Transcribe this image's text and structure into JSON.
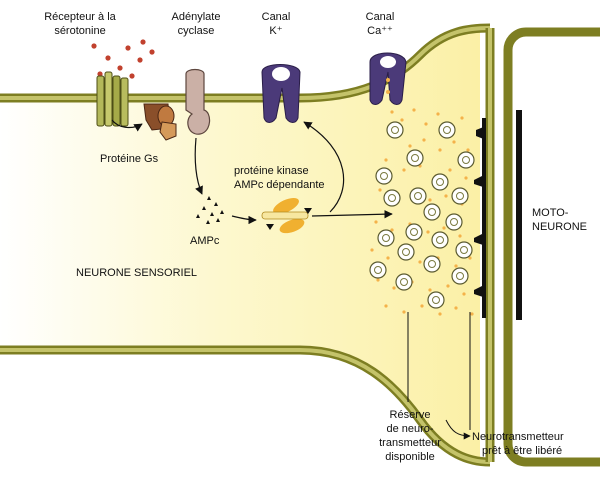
{
  "labels": {
    "serotonin_receptor": [
      "Récepteur à la",
      "sérotonine"
    ],
    "adenylate_cyclase": [
      "Adénylate",
      "cyclase"
    ],
    "k_channel": [
      "Canal",
      "K⁺"
    ],
    "ca_channel": [
      "Canal",
      "Ca⁺⁺"
    ],
    "g_protein": "Protéine Gs",
    "pka": [
      "protéine kinase",
      "AMPc dépendante"
    ],
    "camp": "AMPc",
    "sensory_neuron": "NEURONE SENSORIEL",
    "motor_neuron": [
      "MOTO-",
      "NEURONE"
    ],
    "reserve_pool": [
      "Réserve",
      "de neuro-",
      "transmetteur",
      "disponible"
    ],
    "releasable_pool": [
      "Neurotransmetteur",
      "prêt à être libéré"
    ]
  },
  "colors": {
    "cytoplasm": "#fdf7c4",
    "membrane": "#9a9a2a",
    "receptor": "#b3b85a",
    "adenylate_cyclase": "#cbb0a6",
    "g_protein": "#8a4f2a",
    "channel": "#4b3a79",
    "pka": "#f0b030",
    "vesicle_dots": "#f4b24a",
    "motor_neuron_border": "#111111"
  },
  "icons": {
    "receptor": "serotonin-receptor-icon",
    "enzyme": "adenylate-cyclase-icon",
    "k_channel": "k-channel-icon",
    "ca_channel": "ca-channel-icon",
    "g_protein": "g-protein-icon",
    "pka": "pka-enzyme-icon",
    "vesicle": "synaptic-vesicle-icon"
  }
}
